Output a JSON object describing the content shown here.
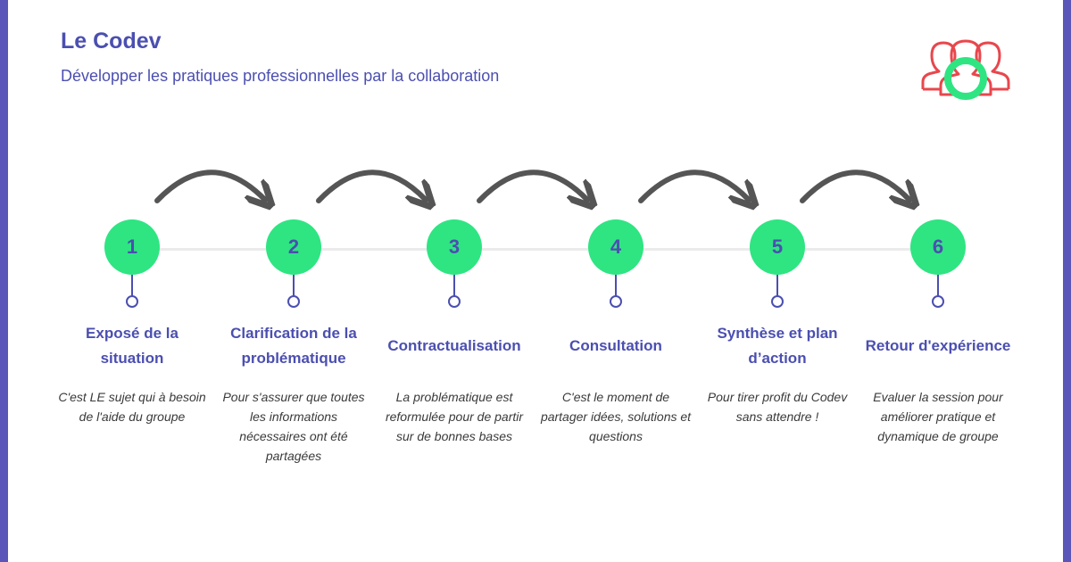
{
  "header": {
    "title": "Le Codev",
    "subtitle": "Développer les pratiques professionnelles par la collaboration"
  },
  "logo": {
    "icon": "group-people-icon",
    "colors": {
      "outline": "#e8474d",
      "ring": "#2ee582"
    }
  },
  "colors": {
    "accent": "#4b4fb0",
    "circle": "#2ee582",
    "arrow": "#555555",
    "line": "#ebebeb",
    "border": "#5a55b8"
  },
  "steps": [
    {
      "number": "1",
      "title": "Exposé de la situation",
      "description": "C'est LE sujet qui à besoin de l'aide du groupe"
    },
    {
      "number": "2",
      "title": "Clarification de la problématique",
      "description": "Pour s'assurer que toutes les informations nécessaires ont été partagées"
    },
    {
      "number": "3",
      "title": "Contractualisation",
      "description": "La problématique est reformulée pour de partir sur de bonnes bases"
    },
    {
      "number": "4",
      "title": "Consultation",
      "description": "C'est le moment de partager idées, solutions et questions"
    },
    {
      "number": "5",
      "title": "Synthèse et plan d’action",
      "description": "Pour tirer profit du Codev sans attendre !"
    },
    {
      "number": "6",
      "title": "Retour d'expérience",
      "description": "Evaluer la session pour améliorer pratique et dynamique de groupe"
    }
  ]
}
